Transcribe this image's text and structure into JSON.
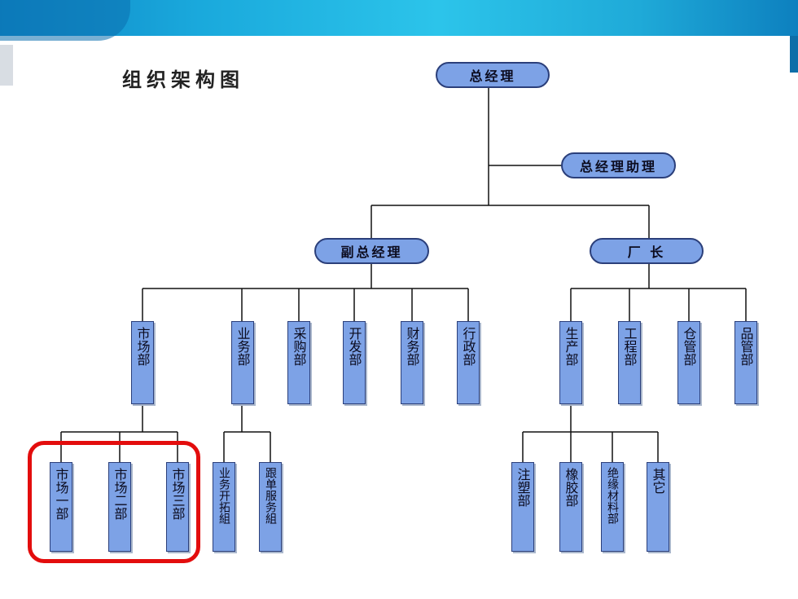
{
  "title": "组织架构图",
  "nodes": {
    "gm": "总经理",
    "gm_assistant": "总经理助理",
    "deputy_gm": "副总经理",
    "factory_head": "厂 长",
    "dept_market": "市场部",
    "dept_business": "业务部",
    "dept_purchase": "采购部",
    "dept_dev": "开发部",
    "dept_finance": "财务部",
    "dept_admin": "行政部",
    "dept_production": "生产部",
    "dept_engineering": "工程部",
    "dept_warehouse": "仓管部",
    "dept_quality": "品管部",
    "market_1": "市场一部",
    "market_2": "市场二部",
    "market_3": "市场三部",
    "biz_expand": "业务开拓組",
    "biz_follow": "跟单服务組",
    "injection": "注塑部",
    "rubber": "橡胶部",
    "insulation": "绝缘材料部",
    "other": "其它"
  },
  "colors": {
    "node_fill": "#7da2e6",
    "node_border": "#2b3f7a",
    "highlight": "#e30d0d",
    "banner": "#1aa9dc"
  }
}
